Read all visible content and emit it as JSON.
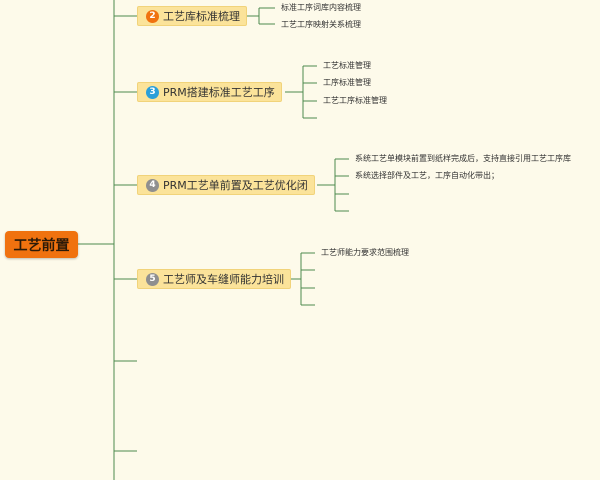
{
  "root": {
    "label": "工艺前置"
  },
  "branches": [
    {
      "number": "2",
      "badge_color": "#f0720f",
      "label": "工艺库标准梳理",
      "leaves": [
        "标准工序词库内容梳理",
        "工艺工序映射关系梳理"
      ]
    },
    {
      "number": "3",
      "badge_color": "#2b9fd9",
      "label": "PRM搭建标准工艺工序",
      "leaves": [
        "工艺标准管理",
        "工序标准管理",
        "工艺工序标准管理"
      ]
    },
    {
      "number": "4",
      "badge_color": "#8f8f8f",
      "label": "PRM工艺单前置及工艺优化闭",
      "leaves": [
        "系统工艺单模块前置到纸样完成后，支持直接引用工艺工序库",
        "系统选择部件及工艺，工序自动化带出；"
      ]
    },
    {
      "number": "5",
      "badge_color": "#8f8f8f",
      "label": "工艺师及车缝师能力培训",
      "leaves": [
        "工艺师能力要求范围梳理"
      ]
    }
  ],
  "colors": {
    "connector": "#4d8a4d",
    "background": "#fdfaea",
    "root_fill": "#f0720f",
    "branch_fill": "#fbe39a"
  }
}
